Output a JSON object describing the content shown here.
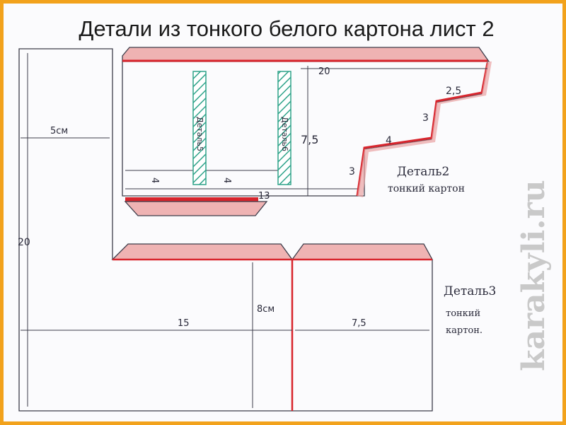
{
  "title": "Детали из тонкого белого картона лист 2",
  "watermark": "karakyli.ru",
  "colors": {
    "frame": "#f2a21c",
    "fold_red": "#d8252d",
    "shade_pink": "#e9a3a3",
    "outline": "#3c3c4a",
    "strip_green": "#2fa38a"
  },
  "detail2": {
    "label_line1": "Деталь2",
    "label_line2": "тонкий картон",
    "dim_width": "20",
    "dim_height": "7,5",
    "dim_bottom": "13",
    "step_top": "2,5",
    "step_mid": "3",
    "step_low": "4",
    "step_left": "3",
    "gap_left": "4",
    "gap_mid": "4"
  },
  "strips": {
    "strip5": "Деталь5",
    "strip6": "Деталь6"
  },
  "detail3": {
    "label_line1": "Деталь3",
    "label_line2": "тонкий",
    "label_line3": "картон.",
    "dim_width": "15",
    "dim_height_left": "20",
    "dim_tab": "5см",
    "dim_mid_height": "8см",
    "dim_right": "7,5"
  }
}
